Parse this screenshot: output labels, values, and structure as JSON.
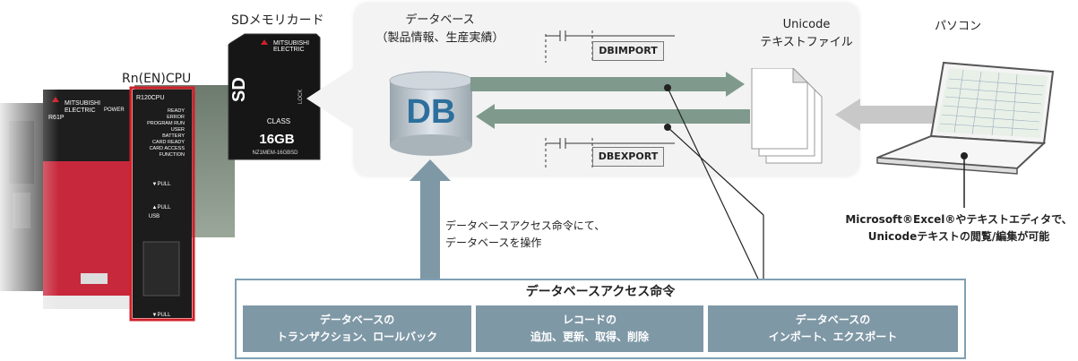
{
  "labels": {
    "sd_card": "SDメモリカード",
    "cpu": "Rn(EN)CPU",
    "db_line1": "データベース",
    "db_line2": "（製品情報、生産実績）",
    "db_icon": "DB",
    "unicode_line1": "Unicode",
    "unicode_line2": "テキストファイル",
    "pc": "パソコン",
    "pc_note_line1": "Microsoft®Excel®やテキストエディタで、",
    "pc_note_line2": "Unicodeテキストの閲覧/編集が可能",
    "access_note_line1": "データベースアクセス命令にて、",
    "access_note_line2": "データベースを操作"
  },
  "commands": {
    "import": "DBIMPORT",
    "export": "DBEXPORT"
  },
  "instruction_set": {
    "title": "データベースアクセス命令",
    "items": [
      {
        "line1": "データベースの",
        "line2": "トランザクション、ロールバック"
      },
      {
        "line1": "レコードの",
        "line2": "追加、更新、取得、削除"
      },
      {
        "line1": "データベースの",
        "line2": "インポート、エクスポート"
      }
    ]
  },
  "hardware": {
    "plc_brand_1": "MITSUBISHI",
    "plc_brand_2": "ELECTRIC",
    "plc_model": "R61P",
    "plc_power": "POWER",
    "cpu_model": "R120CPU",
    "cpu_status": [
      "READY",
      "ERROR",
      "PROGRAM RUN",
      "USER",
      "BATTERY",
      "CARD READY",
      "CARD ACCESS",
      "FUNCTION"
    ],
    "pull": "▼PULL",
    "pull_up": "▲PULL",
    "usb": "USB",
    "sd_brand_1": "MITSUBISHI",
    "sd_brand_2": "ELECTRIC",
    "sd_capacity": "16GB",
    "sd_model": "NZ1MEM-16GBSD",
    "sd_lock": "LOCK",
    "sd_class": "CLASS"
  },
  "colors": {
    "arrow": "#7f9a8c",
    "db_body": "#b9c3cb",
    "db_text": "#2d6f9c",
    "cpu_highlight": "#d0202a",
    "cmd_cell": "#7f98a6",
    "cmd_border": "#7fa0b4",
    "plc_red": "#c8283c"
  }
}
